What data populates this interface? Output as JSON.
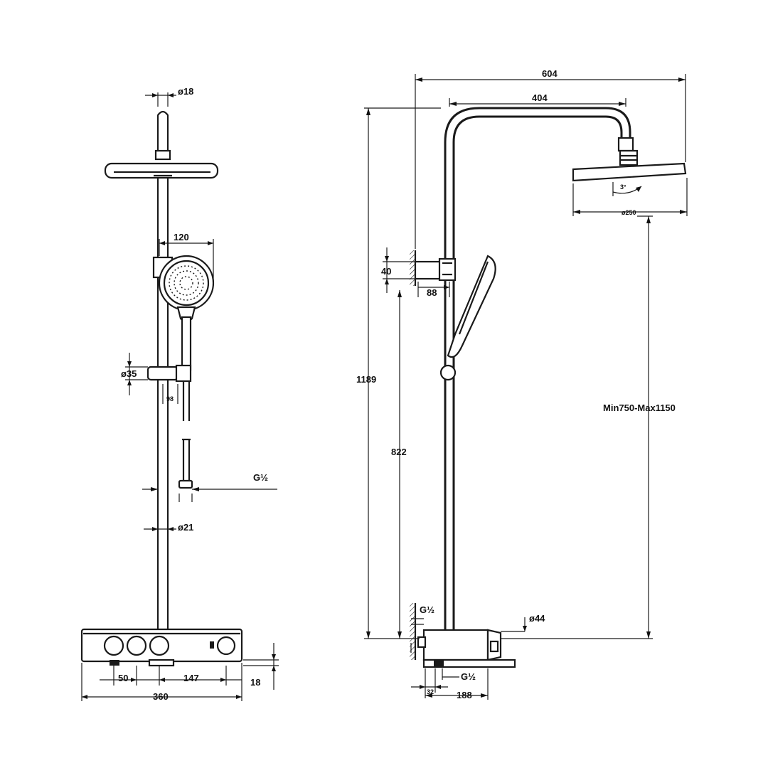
{
  "front_view": {
    "d_top_pipe": "ø18",
    "handshower_width": "120",
    "d_holder": "ø35",
    "holder_width": "98",
    "inlet_thread": "G½",
    "d_rail": "ø21",
    "knob_spacing": "50",
    "knob_to_thermo": "147",
    "shelf_width": "360",
    "shelf_depth": "18"
  },
  "side_view": {
    "total_projection": "604",
    "arm_length": "404",
    "tilt_angle": "3°",
    "d_head": "ø250",
    "bracket_height": "40",
    "bracket_depth": "88",
    "total_height": "1189",
    "bracket_to_inlet": "822",
    "adjust_range": "Min750-Max1150",
    "wall_thread": "G½",
    "d_outlet": "ø44",
    "bottom_thread": "G½",
    "inlet_offset": "32",
    "mixer_depth": "188"
  }
}
